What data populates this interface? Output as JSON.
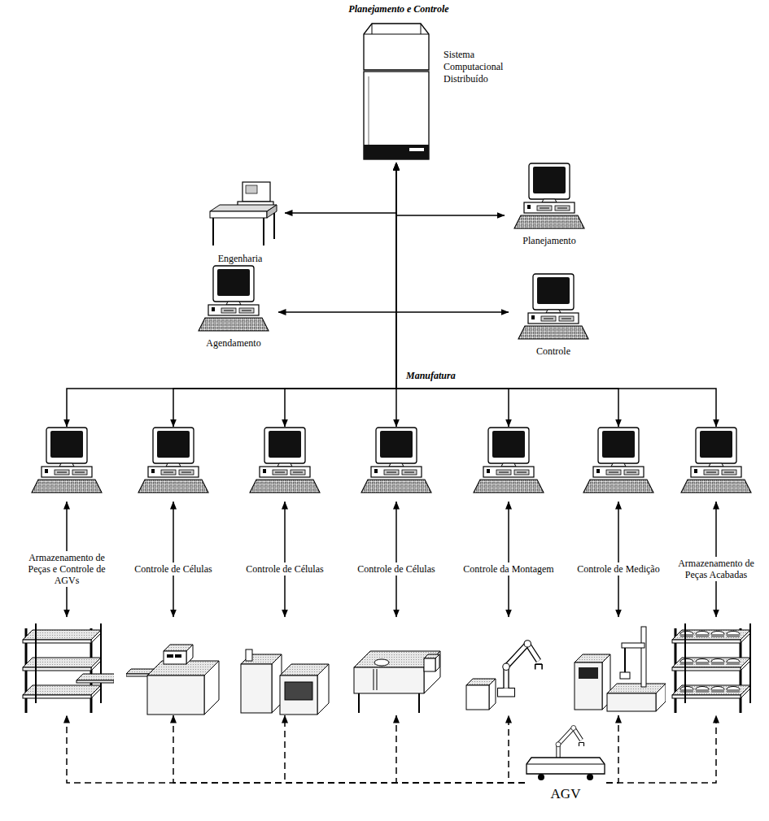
{
  "diagram": {
    "title": "Planejamento e Controle",
    "nodes": [
      {
        "text": [
          "Sistema Computacional Distribuído"
        ]
      },
      {
        "text": [
          "Engenharia"
        ]
      },
      {
        "text": [
          "Planejamento"
        ]
      },
      {
        "text": [
          "Agendamento"
        ]
      },
      {
        "text": [
          "Controle"
        ]
      },
      {
        "text": [
          "Armazenamento de Peças e Controle de AGVs"
        ]
      },
      {
        "text": [
          "Controle de Células"
        ]
      },
      {
        "text": [
          "Controle de Células"
        ]
      },
      {
        "text": [
          "Controle de Células"
        ]
      },
      {
        "text": [
          "Controle da Montagem"
        ]
      },
      {
        "text": [
          "Controle de Medição"
        ]
      },
      {
        "text": [
          "Armazenamento de Peças Acabadas"
        ]
      },
      {
        "text": [
          "AGV"
        ]
      }
    ],
    "edges": [
      {
        "from": 0,
        "to": 1,
        "arrow": "to"
      },
      {
        "from": 0,
        "to": 2,
        "arrow": "to"
      },
      {
        "from": 0,
        "to": 3,
        "arrow": "to"
      },
      {
        "from": 0,
        "to": 4,
        "arrow": "to"
      },
      {
        "from": 0,
        "to": 5,
        "arrow": "both"
      },
      {
        "from": 0,
        "to": 6,
        "arrow": "both"
      },
      {
        "from": 0,
        "to": 7,
        "arrow": "both"
      },
      {
        "from": 0,
        "to": 8,
        "arrow": "both"
      },
      {
        "from": 0,
        "to": 9,
        "arrow": "both"
      },
      {
        "from": 0,
        "to": 10,
        "arrow": "both"
      },
      {
        "from": 0,
        "to": 11,
        "arrow": "both"
      },
      {
        "from": 12,
        "to": 5,
        "arrow": "to"
      },
      {
        "from": 12,
        "to": 6,
        "arrow": "to"
      },
      {
        "from": 12,
        "to": 7,
        "arrow": "to"
      },
      {
        "from": 12,
        "to": 8,
        "arrow": "to"
      },
      {
        "from": 12,
        "to": 9,
        "arrow": "to"
      },
      {
        "from": 12,
        "to": 10,
        "arrow": "to"
      },
      {
        "from": 12,
        "to": 11,
        "arrow": "to"
      }
    ],
    "labels": [
      "Manufatura"
    ]
  }
}
